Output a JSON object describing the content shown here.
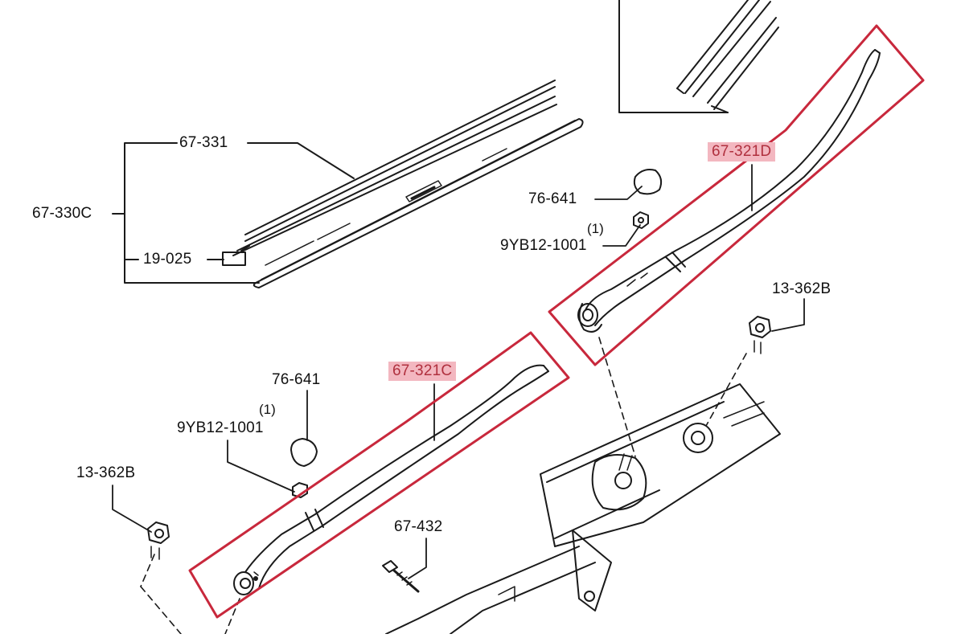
{
  "colors": {
    "line": "#1a1a1a",
    "highlight_box": "#c8283c",
    "highlight_fill": "#f3b7c0",
    "highlight_text": "#b0303e"
  },
  "labels": {
    "p67_331": "67-331",
    "p67_330c": "67-330C",
    "p19_025": "19-025",
    "p76_641_top": "76-641",
    "qty_top": "(1)",
    "p9yb12_top": "9YB12-1001",
    "p67_321d": "67-321D",
    "p13_362b_right": "13-362B",
    "p76_641_left": "76-641",
    "qty_left": "(1)",
    "p9yb12_left": "9YB12-1001",
    "p67_321c": "67-321C",
    "p13_362b_left": "13-362B",
    "p67_432": "67-432"
  }
}
